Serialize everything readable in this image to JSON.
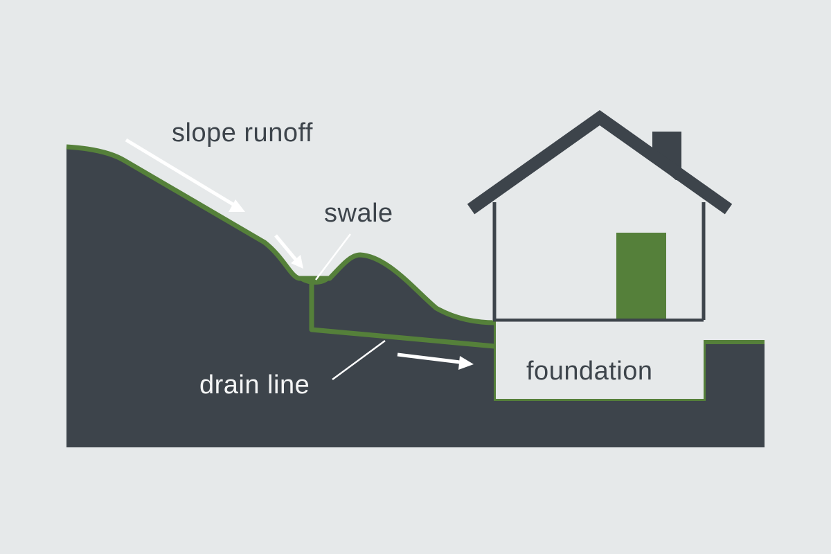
{
  "labels": {
    "slope_runoff": "slope runoff",
    "swale": "swale",
    "drain_line": "drain line",
    "foundation": "foundation"
  },
  "colors": {
    "background": "#e6e9ea",
    "ground": "#3d444b",
    "grass": "#55803a",
    "house_outline": "#3d444b",
    "door": "#55803a",
    "arrow": "#ffffff"
  },
  "icons": {
    "house": "house-icon",
    "flow_arrow": "arrow-right-icon"
  }
}
